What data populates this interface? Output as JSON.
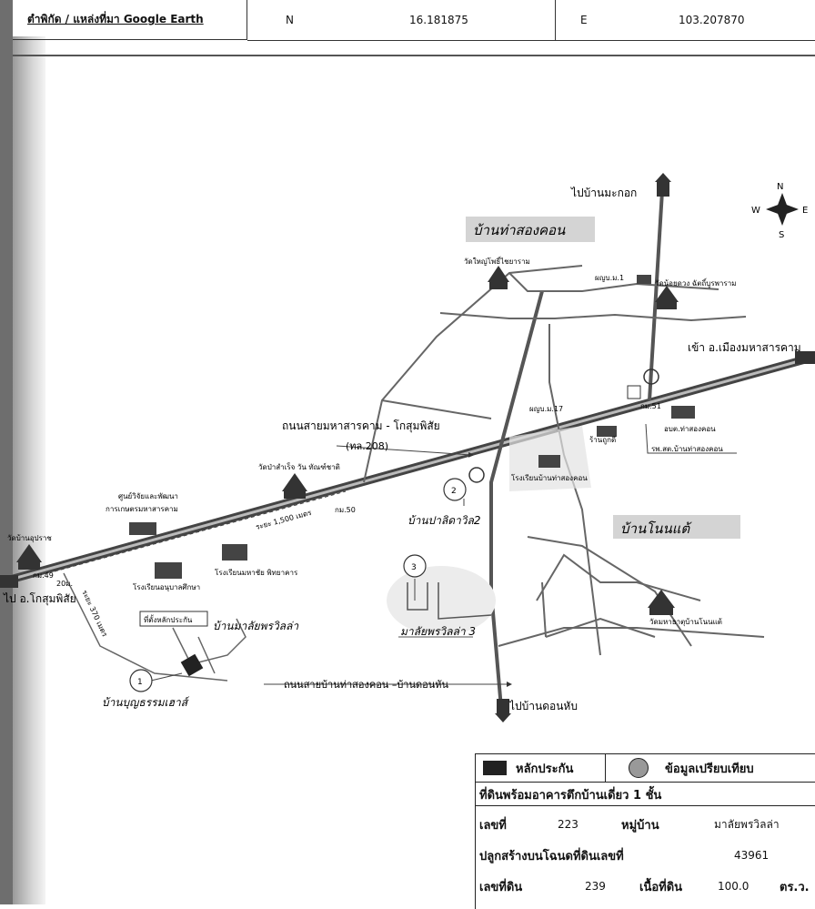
{
  "header": {
    "source_label": "ตำพิกัด / แหล่งที่มา Google Earth",
    "n_label": "N",
    "n_value": "16.181875",
    "e_label": "E",
    "e_value": "103.207870"
  },
  "compass": {
    "n": "N",
    "s": "S",
    "e": "E",
    "w": "W"
  },
  "areas": {
    "tha_song_khon": "บ้านท่าสองคอน",
    "non_tae": "บ้านโนนแต้"
  },
  "roads": {
    "main_road": "ถนนสายมหาสารคาม - โกสุมพิสัย",
    "main_road_code": "(ทล.208)",
    "to_maha_sarakham": "เข้า อ.เมืองมหาสารคาม",
    "to_kosum": "ไป อ.โกสุมพิสัย",
    "to_makok": "ไปบ้านมะกอก",
    "to_don_hub": "ไปบ้านดอนหับ",
    "side_road": "ถนนสายบ้านท่าสองคอน –บ้านดอนหัน",
    "km50": "กม.50",
    "km49": "กม.49",
    "km51": "กม.51",
    "distance_1500": "ระยะ 1,500 เมตร",
    "distance_370": "ระยะ 370 เมตร",
    "width_20": "20ม."
  },
  "places": {
    "wat_yai": "วัดใหญ่โพธิ์ไชยาราม",
    "wat_noi": "วัดน้อยดวง ฉัตถิ์บูรพาราม",
    "school_m1": "ผญบ.ม.1",
    "school_m17": "ผญบ.ม.17",
    "tha_song_khon_school": "โรงเรียนบ้านท่าสองคอน",
    "obt": "อบต.ท่าสองคอน",
    "hospital": "รพ.สต.บ้านท่าสองคอน",
    "shop": "ร้านถูกดี",
    "wat_pa": "วัดป่าสำเร็จ วัน ทัณฑ์ชาติ",
    "research_center_1": "ศูนย์วิจัยและพัฒนา",
    "research_center_2": "การเกษตรมหาสารคาม",
    "wat_ban_upra": "วัดบ้านอุปราช",
    "school_a": "โรงเรียนอนุบาลศึกษา",
    "school_b": "โรงเรียนมหาชัย พิทยาคาร",
    "wat_non_tae": "วัดมหาธาตุบ้านโนนแต้",
    "collateral_label": "ที่ตั้งหลักประกัน",
    "ban_malai_villa": "บ้านมาลัยพรวิลล่า",
    "ban_parida_villa": "บ้านปาลิดาวิล2",
    "malai_villa_3": "มาลัยพรวิลล่า 3",
    "ban_boontham": "บ้านบุญธรรมเฮาส์",
    "comp1": "1",
    "comp2": "2",
    "comp3": "3"
  },
  "legend": {
    "collateral": "หลักประกัน",
    "comparison": "ข้อมูลเปรียบเทียบ",
    "title": "ที่ดินพร้อมอาคารตึกบ้านเดี่ยว 1 ชั้น",
    "lot_no_label": "เลขที่",
    "lot_no": "223",
    "village_label": "หมู่บ้าน",
    "village": "มาลัยพรวิลล่า",
    "deed_label": "ปลูกสร้างบนโฉนดที่ดินเลขที่",
    "deed_no": "43961",
    "land_no_label": "เลขที่ดิน",
    "land_no": "239",
    "area_label": "เนื้อที่ดิน",
    "area_value": "100.0",
    "area_unit": "ตร.ว."
  }
}
